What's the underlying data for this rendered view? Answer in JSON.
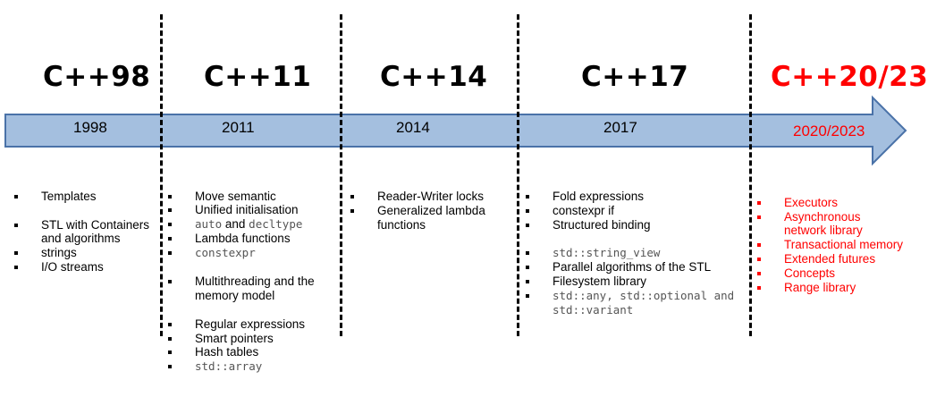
{
  "eras": [
    {
      "version": "C++98",
      "year": "1998"
    },
    {
      "version": "C++11",
      "year": "2011"
    },
    {
      "version": "C++14",
      "year": "2014"
    },
    {
      "version": "C++17",
      "year": "2017"
    },
    {
      "version": "C++20/23",
      "year": "2020/2023"
    }
  ],
  "features": {
    "cpp98": [
      "Templates",
      "STL with Containers",
      "and algorithms",
      "strings",
      "I/O streams"
    ],
    "cpp11": [
      "Move semantic",
      "Unified initialisation",
      "auto",
      "and",
      "decltype",
      "Lambda functions",
      "constexpr",
      "Multithreading and the",
      "memory model",
      "Regular expressions",
      "Smart pointers",
      "Hash tables",
      "std::array"
    ],
    "cpp14": [
      "Reader-Writer locks",
      "Generalized lambda",
      "functions"
    ],
    "cpp17": [
      "Fold expressions",
      "constexpr if",
      "Structured binding",
      "std::string_view",
      "Parallel algorithms of the STL",
      "Filesystem library",
      "std::any, std::optional and",
      "std::variant"
    ],
    "cpp20": [
      "Executors",
      "Asynchronous",
      "network library",
      "Transactional memory",
      "Extended futures",
      "Concepts",
      "Range library"
    ]
  },
  "colors": {
    "arrow_fill": "#a4bfdf",
    "arrow_stroke": "#4a72a8",
    "current_version": "#ff0000"
  }
}
